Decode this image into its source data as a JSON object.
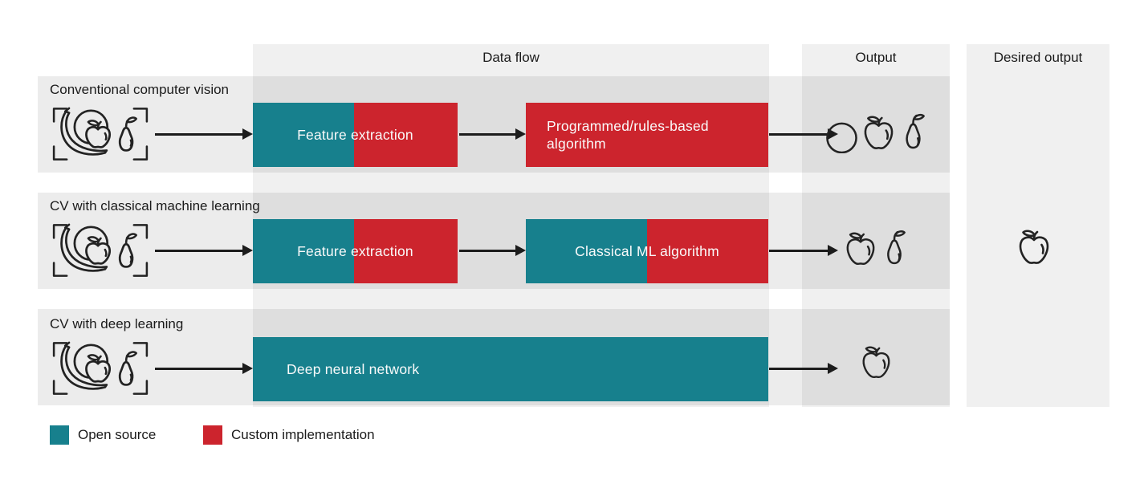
{
  "header": {
    "data_flow": "Data flow",
    "output": "Output",
    "desired_output": "Desired output"
  },
  "rows": [
    {
      "label": "Conventional computer vision",
      "input_icon": "fruit-group-in-viewfinder",
      "box1": "Feature extraction",
      "box1_type": "open-source + custom split",
      "box2": "Programmed/rules-based algorithm",
      "box2_type": "custom",
      "outputs": [
        "orange",
        "apple",
        "pear"
      ]
    },
    {
      "label": "CV with classical machine learning",
      "input_icon": "fruit-group-in-viewfinder",
      "box1": "Feature extraction",
      "box1_type": "open-source + custom split",
      "box2": "Classical ML algorithm",
      "box2_type": "open-source + custom split",
      "outputs": [
        "apple",
        "pear"
      ]
    },
    {
      "label": "CV with deep learning",
      "input_icon": "fruit-group-in-viewfinder",
      "box1": "Deep neural network",
      "box1_type": "open-source",
      "outputs": [
        "apple"
      ]
    }
  ],
  "desired_output": {
    "icon": "apple"
  },
  "legend": {
    "items": [
      {
        "label": "Open source",
        "color": "#17808d"
      },
      {
        "label": "Custom implementation",
        "color": "#cc242d"
      }
    ]
  },
  "colors": {
    "open_source": "#17808d",
    "custom_implementation": "#cc242d",
    "row_band": "#ececec",
    "column_band": "#f0f0f0",
    "line": "#1c1c1c"
  }
}
